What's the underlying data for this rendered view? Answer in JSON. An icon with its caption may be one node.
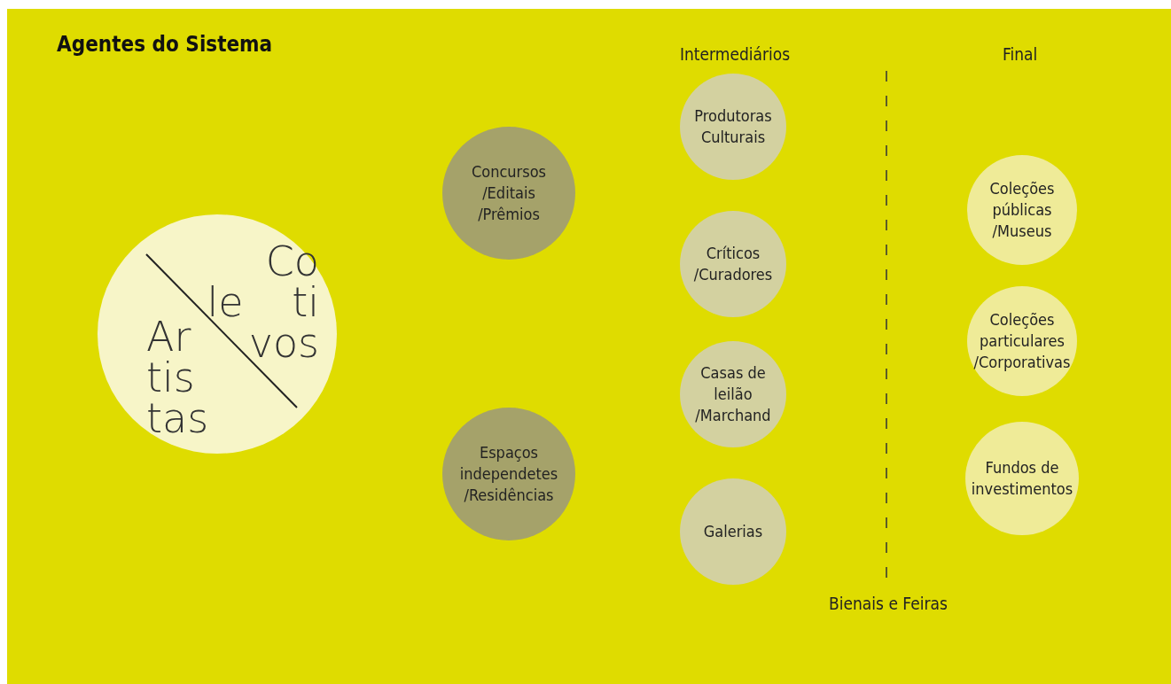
{
  "diagram": {
    "title": "Agentes do Sistema",
    "nodes": [
      {
        "text": [
          "Ar tis tas",
          "Co le ti vos"
        ]
      },
      {
        "text": [
          "Concursos /Editais /Prêmios"
        ]
      },
      {
        "text": [
          "Espaços independetes /Residências"
        ]
      },
      {
        "text": [
          "Produtoras Culturais"
        ]
      },
      {
        "text": [
          "Críticos /Curadores"
        ]
      },
      {
        "text": [
          "Casas de leilão /Marchand"
        ]
      },
      {
        "text": [
          "Galerias"
        ]
      },
      {
        "text": [
          "Coleções públicas /Museus"
        ]
      },
      {
        "text": [
          "Coleções particulares /Corporativas"
        ]
      },
      {
        "text": [
          "Fundos de investimentos"
        ]
      }
    ],
    "edges": [],
    "labels": [
      "Intermediários",
      "Final",
      "Bienais e Feiras"
    ]
  }
}
